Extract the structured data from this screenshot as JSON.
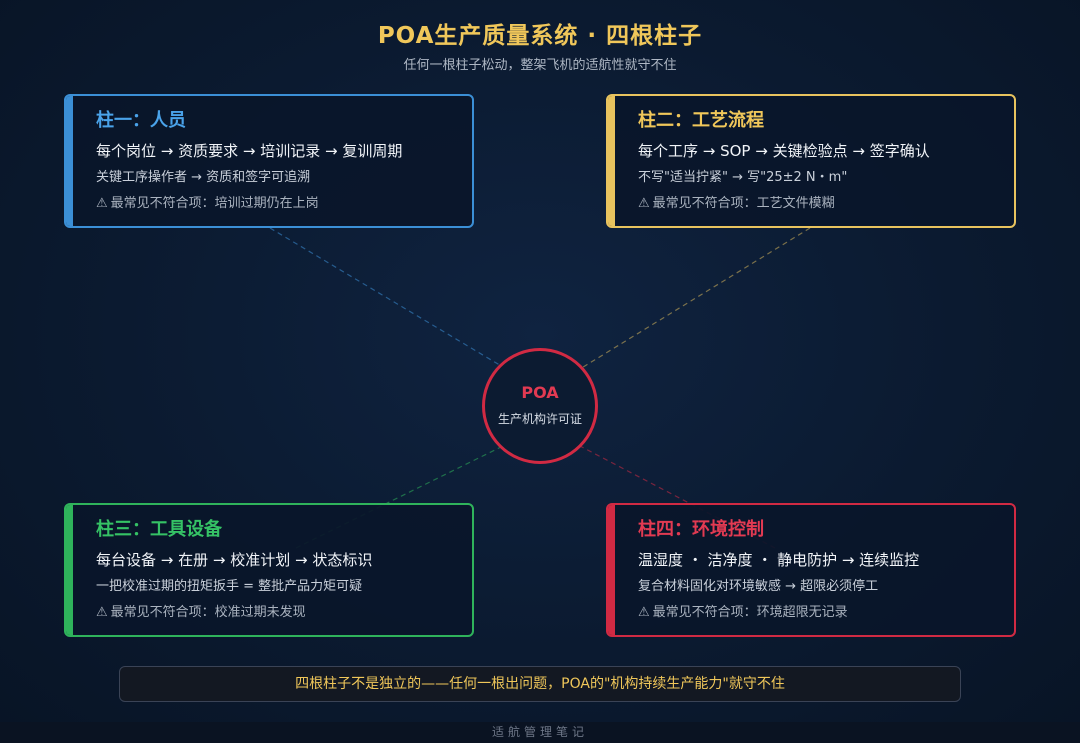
{
  "header": {
    "title": "POA生产质量系统 · 四根柱子",
    "subtitle": "任何一根柱子松动，整架飞机的适航性就守不住"
  },
  "center": {
    "title": "POA",
    "subtitle": "生产机构许可证",
    "color": "#d12a43"
  },
  "pillars": [
    {
      "title": "柱一：人员",
      "line1": "每个岗位 → 资质要求 → 培训记录 → 复训周期",
      "line2": "关键工序操作者 → 资质和签字可追溯",
      "warning": "最常见不符合项：培训过期仍在上岗",
      "color": "#3b8fd6"
    },
    {
      "title": "柱二：工艺流程",
      "line1": "每个工序 → SOP → 关键检验点 → 签字确认",
      "line2": "不写\"适当拧紧\" → 写\"25±2 N・m\"",
      "warning": "最常见不符合项：工艺文件模糊",
      "color": "#e8c35e"
    },
    {
      "title": "柱三：工具设备",
      "line1": "每台设备 → 在册 → 校准计划 → 状态标识",
      "line2": "一把校准过期的扭矩扳手 = 整批产品力矩可疑",
      "warning": "最常见不符合项：校准过期未发现",
      "color": "#2fb35b"
    },
    {
      "title": "柱四：环境控制",
      "line1": "温湿度 ・ 洁净度 ・ 静电防护 → 连续监控",
      "line2": "复合材料固化对环境敏感 → 超限必须停工",
      "warning": "最常见不符合项：环境超限无记录",
      "color": "#d12a43"
    }
  ],
  "icons": {
    "warning": "warning-triangle-icon"
  },
  "banner": {
    "text": "四根柱子不是独立的——任何一根出问题，POA的\"机构持续生产能力\"就守不住"
  },
  "footer": {
    "text": "适航管理笔记"
  }
}
